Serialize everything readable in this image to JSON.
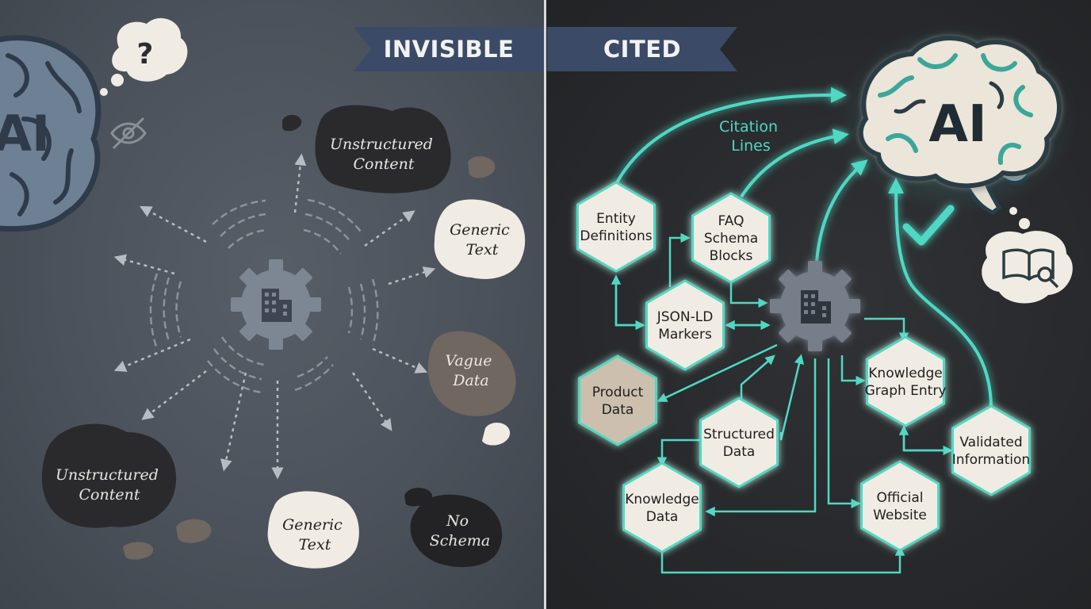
{
  "banners": {
    "left": "INVISIBLE",
    "right": "CITED"
  },
  "left": {
    "brain_label": "AI",
    "thought_symbol": "?",
    "blobs": {
      "unstructured_top": [
        "Unstructured",
        "Content"
      ],
      "generic_right": [
        "Generic",
        "Text"
      ],
      "vague": [
        "Vague",
        "Data"
      ],
      "unstructured_bottom": [
        "Unstructured",
        "Content"
      ],
      "generic_bottom": [
        "Generic",
        "Text"
      ],
      "no_schema": [
        "No",
        "Schema"
      ]
    }
  },
  "right": {
    "brain_label": "AI",
    "citation_label": [
      "Citation",
      "Lines"
    ],
    "nodes": {
      "entity": [
        "Entity",
        "Definitions"
      ],
      "faq": [
        "FAQ",
        "Schema",
        "Blocks"
      ],
      "jsonld": [
        "JSON-LD",
        "Markers"
      ],
      "product": [
        "Product",
        "Data"
      ],
      "structured": [
        "Structured",
        "Data"
      ],
      "knowledge_graph": [
        "Knowledge",
        "Graph Entry"
      ],
      "validated": [
        "Validated",
        "Information"
      ],
      "knowledge_data": [
        "Knowledge",
        "Data"
      ],
      "official": [
        "Official",
        "Website"
      ]
    }
  },
  "icons": {
    "left_center": "gear-building-icon",
    "right_center": "gear-building-icon",
    "left_hidden": "eye-slash-icon",
    "right_check": "checkmark-icon",
    "right_book": "book-magnifier-icon"
  },
  "colors": {
    "teal": "#4fd8c4",
    "banner": "#3b4a66",
    "cream": "#f1ece3",
    "tan": "#ccbfae"
  }
}
